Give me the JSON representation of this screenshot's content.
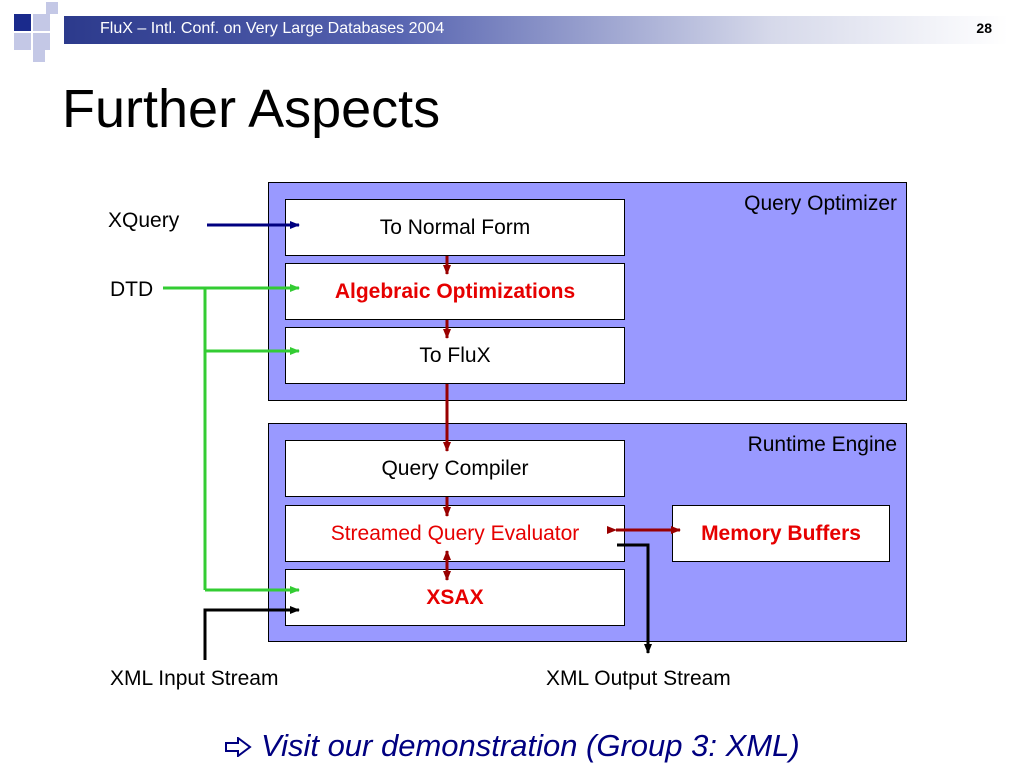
{
  "header": {
    "title": "FluX – Intl. Conf. on Very Large Databases 2004",
    "slide_number": "28"
  },
  "title": "Further Aspects",
  "query_optimizer": {
    "label": "Query Optimizer",
    "boxes": [
      "To Normal Form",
      "Algebraic Optimizations",
      "To FluX"
    ]
  },
  "runtime_engine": {
    "label": "Runtime Engine",
    "boxes": [
      "Query Compiler",
      "Streamed Query Evaluator",
      "XSAX"
    ],
    "memory_buffers": "Memory Buffers"
  },
  "inputs": {
    "xquery": "XQuery",
    "dtd": "DTD",
    "xml_input": "XML Input Stream",
    "xml_output": "XML Output Stream"
  },
  "footer": {
    "icon": "hollow-right-arrow",
    "text": "Visit our demonstration (Group 3: XML)"
  },
  "colors": {
    "panel": "#9999ff",
    "header_dark": "#2c3a8c",
    "highlight_red": "#e60000",
    "arrow_navy": "#000080",
    "arrow_darkred": "#990000",
    "arrow_green": "#33cc33",
    "footer_text": "#000080"
  }
}
